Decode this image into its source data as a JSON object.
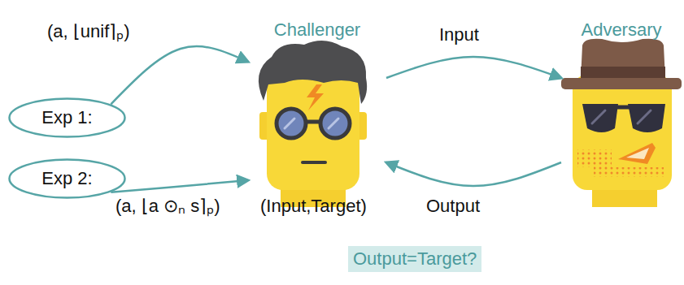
{
  "diagram": {
    "nodes": [
      {
        "text": [
          "Exp 1:"
        ]
      },
      {
        "text": [
          "Exp 2:"
        ]
      },
      {
        "text": [
          "Challenger"
        ]
      },
      {
        "text": [
          "Adversary"
        ]
      },
      {
        "text": [
          "Output=Target?"
        ]
      }
    ],
    "edges": [
      {
        "from": 0,
        "to": 2,
        "arrow": "to",
        "label": "(a, ⌊unif⌉ₚ)"
      },
      {
        "from": 1,
        "to": 2,
        "arrow": "to",
        "label": "(a, ⌊a ⊙ₙ s⌉ₚ)"
      },
      {
        "from": 2,
        "to": 3,
        "arrow": "to",
        "label": "Input"
      },
      {
        "from": 3,
        "to": 2,
        "arrow": "to",
        "label": "Output"
      }
    ],
    "labels": [
      "(Input,Target)"
    ]
  }
}
